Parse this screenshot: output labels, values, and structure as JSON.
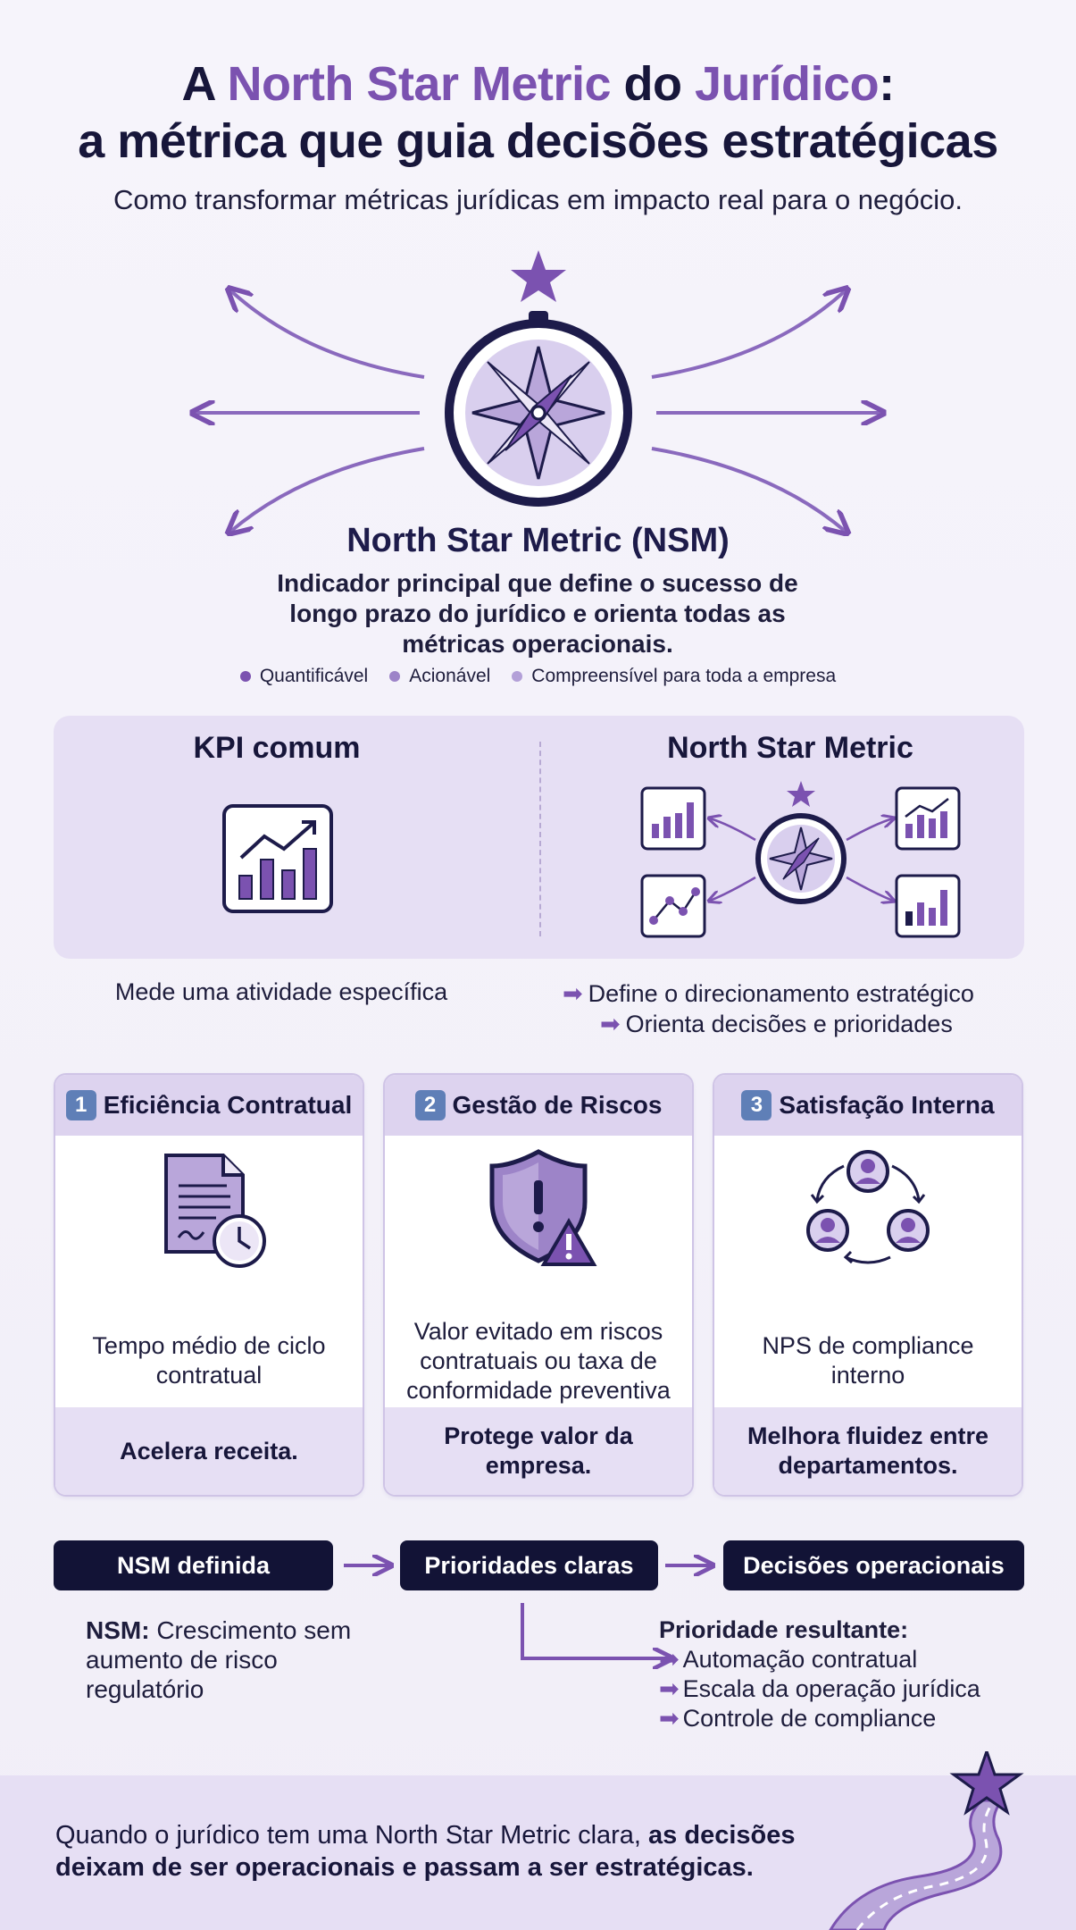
{
  "title": {
    "part1": "A ",
    "highlight1": "North Star Metric",
    "part2": " do ",
    "highlight2": "Jurídico",
    "part3": ":",
    "line2": "a métrica que guia decisões estratégicas"
  },
  "subtitle": "Como transformar métricas jurídicas em impacto real para o negócio.",
  "nsm": {
    "title": "North Star Metric (NSM)",
    "description": "Indicador principal que define o sucesso de longo prazo do jurídico e orienta todas as métricas operacionais.",
    "bullets": [
      "Quantificável",
      "Acionável",
      "Compreensível para toda a empresa"
    ]
  },
  "comparison": {
    "kpi_title": "KPI comum",
    "nsm_title": "North Star Metric",
    "kpi_desc": "Mede uma atividade específica",
    "nsm_effects": [
      "Define o direcionamento estratégico",
      "Orienta decisões e prioridades"
    ]
  },
  "cards": [
    {
      "number": "1",
      "title": "Eficiência Contratual",
      "metric": "Tempo médio de ciclo contratual",
      "impact": "Acelera receita."
    },
    {
      "number": "2",
      "title": "Gestão de Riscos",
      "metric": "Valor evitado em riscos contratuais ou taxa de conformidade preventiva",
      "impact": "Protege valor da empresa."
    },
    {
      "number": "3",
      "title": "Satisfação Interna",
      "metric": "NPS de compliance interno",
      "impact": "Melhora fluidez entre departamentos."
    }
  ],
  "flow": {
    "steps": [
      "NSM definida",
      "Prioridades claras",
      "Decisões operacionais"
    ],
    "nsm_label": "NSM:",
    "nsm_value": "Crescimento sem aumento de risco regulatório",
    "priority_title": "Prioridade resultante:",
    "priorities": [
      "Automação contratual",
      "Escala da operação jurídica",
      "Controle de compliance"
    ]
  },
  "footer": {
    "normal": "Quando o jurídico tem uma North Star Metric clara, ",
    "bold": "as decisões deixam de ser operacionais e passam a ser estratégicas."
  },
  "colors": {
    "navy": "#1d1b4a",
    "purple": "#7b52b0",
    "lavender": "#e6dff4",
    "light_purple": "#b9a6da"
  },
  "icons": [
    "compass-icon",
    "star-icon",
    "chart-icon",
    "document-clock-icon",
    "shield-warning-icon",
    "people-cycle-icon",
    "road-star-icon"
  ]
}
